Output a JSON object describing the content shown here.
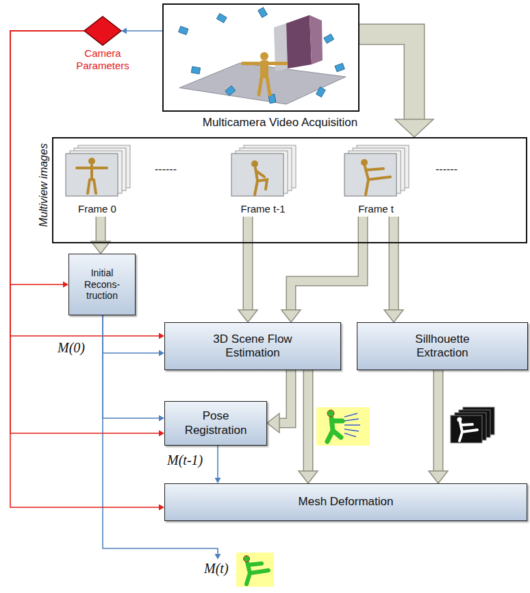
{
  "diagram": {
    "nodes": [
      {
        "text": [
          "Multicamera Video Acquisition"
        ]
      },
      {
        "text": [
          "Camera Parameters"
        ]
      },
      {
        "text": [
          "Multiview images"
        ]
      },
      {
        "text": [
          "Frame 0"
        ],
        "in": 2
      },
      {
        "text": [
          "Frame t-1"
        ],
        "in": 2
      },
      {
        "text": [
          "Frame t"
        ],
        "in": 2
      },
      {
        "text": [
          "Initial Recons- truction"
        ]
      },
      {
        "text": [
          "3D Scene Flow Estimation"
        ]
      },
      {
        "text": [
          "Sillhouette Extraction"
        ]
      },
      {
        "text": [
          "Pose Registration"
        ]
      },
      {
        "text": [
          "Mesh Deformation"
        ]
      }
    ],
    "edges": [
      {
        "from": 0,
        "to": 1,
        "arrow": "to"
      },
      {
        "from": 0,
        "to": 2,
        "arrow": "to"
      },
      {
        "from": 1,
        "to": 6,
        "arrow": "to"
      },
      {
        "from": 1,
        "to": 7,
        "arrow": "to"
      },
      {
        "from": 1,
        "to": 9,
        "arrow": "to"
      },
      {
        "from": 1,
        "to": 10,
        "arrow": "to"
      },
      {
        "from": 3,
        "to": 6,
        "arrow": "to"
      },
      {
        "from": 4,
        "to": 7,
        "arrow": "to"
      },
      {
        "from": 5,
        "to": 7,
        "arrow": "to"
      },
      {
        "from": 5,
        "to": 8,
        "arrow": "to"
      },
      {
        "from": 6,
        "to": 7,
        "arrow": "to"
      },
      {
        "from": 6,
        "to": 9,
        "arrow": "to"
      },
      {
        "from": 7,
        "to": 9,
        "arrow": "to"
      },
      {
        "from": 7,
        "to": 10,
        "arrow": "to"
      },
      {
        "from": 8,
        "to": 10,
        "arrow": "to"
      },
      {
        "from": 9,
        "to": 10,
        "arrow": "to"
      }
    ],
    "labels": [
      "M(0)",
      "M(t-1)",
      "M(t)",
      "------",
      "------"
    ]
  }
}
